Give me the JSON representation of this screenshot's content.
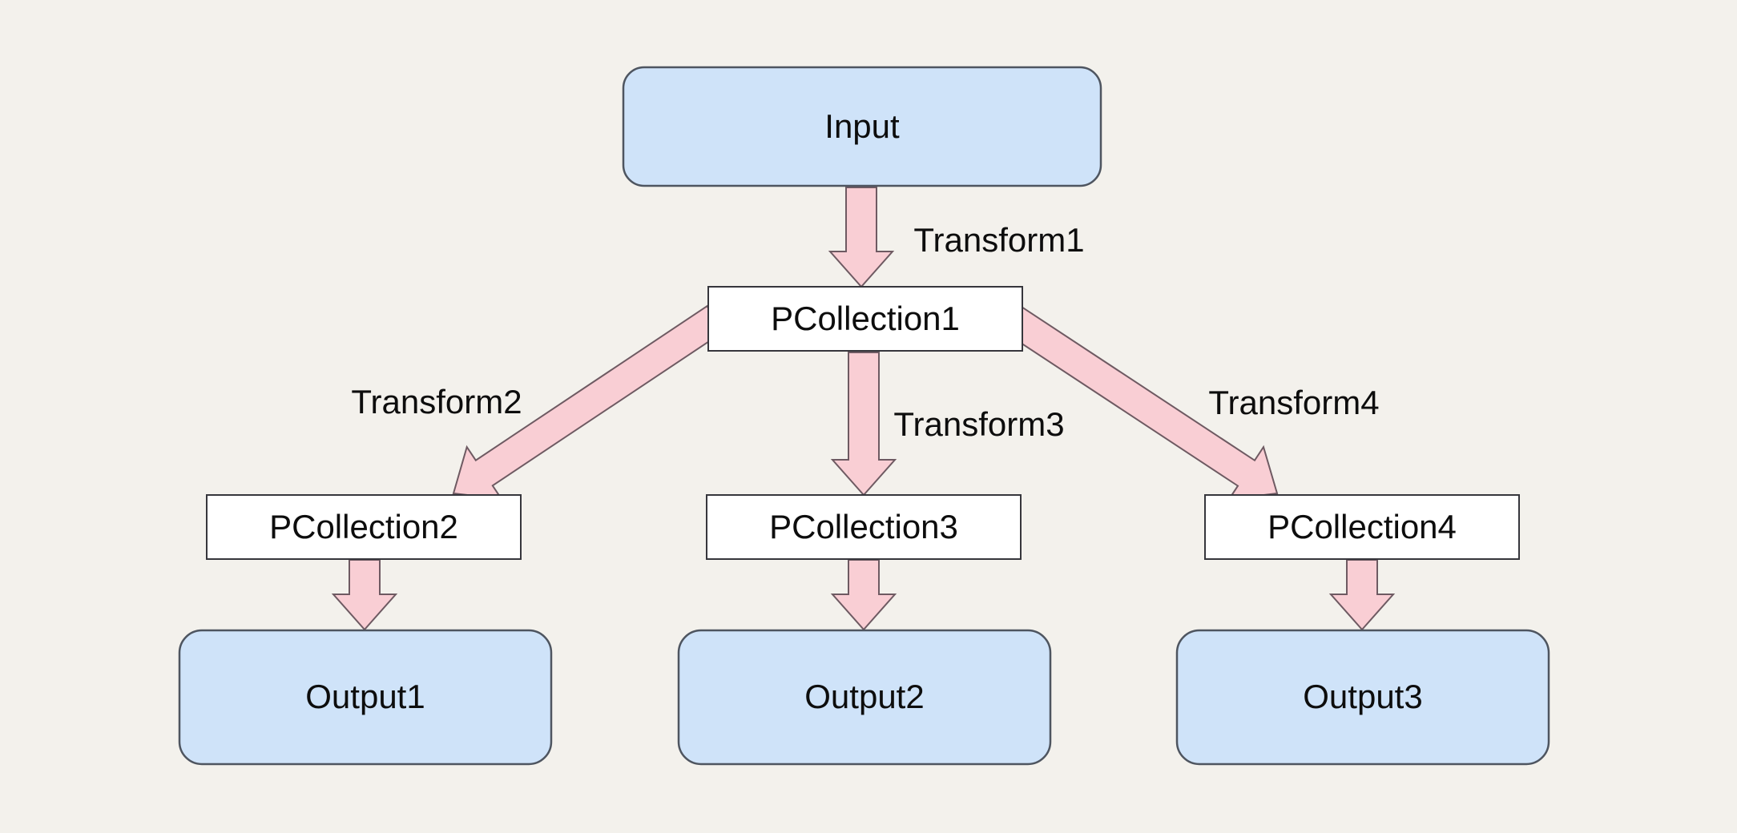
{
  "diagram": {
    "type": "pipeline-flowchart",
    "nodes": {
      "input": {
        "label": "Input",
        "kind": "io"
      },
      "pcollection1": {
        "label": "PCollection1",
        "kind": "pcollection"
      },
      "pcollection2": {
        "label": "PCollection2",
        "kind": "pcollection"
      },
      "pcollection3": {
        "label": "PCollection3",
        "kind": "pcollection"
      },
      "pcollection4": {
        "label": "PCollection4",
        "kind": "pcollection"
      },
      "output1": {
        "label": "Output1",
        "kind": "io"
      },
      "output2": {
        "label": "Output2",
        "kind": "io"
      },
      "output3": {
        "label": "Output3",
        "kind": "io"
      }
    },
    "edges": {
      "transform1": {
        "label": "Transform1",
        "from": "input",
        "to": "pcollection1"
      },
      "transform2": {
        "label": "Transform2",
        "from": "pcollection1",
        "to": "pcollection2"
      },
      "transform3": {
        "label": "Transform3",
        "from": "pcollection1",
        "to": "pcollection3"
      },
      "transform4": {
        "label": "Transform4",
        "from": "pcollection1",
        "to": "pcollection4"
      },
      "pc2_to_out1": {
        "label": "",
        "from": "pcollection2",
        "to": "output1"
      },
      "pc3_to_out2": {
        "label": "",
        "from": "pcollection3",
        "to": "output2"
      },
      "pc4_to_out3": {
        "label": "",
        "from": "pcollection4",
        "to": "output3"
      }
    },
    "colors": {
      "background": "#f3f1ec",
      "io_fill": "#cfe3f9",
      "io_stroke": "#4e5560",
      "pcollection_fill": "#ffffff",
      "pcollection_stroke": "#36363c",
      "arrow_fill": "#f9ced4",
      "arrow_stroke": "#6e5a62",
      "text": "#0d0d0d"
    }
  }
}
